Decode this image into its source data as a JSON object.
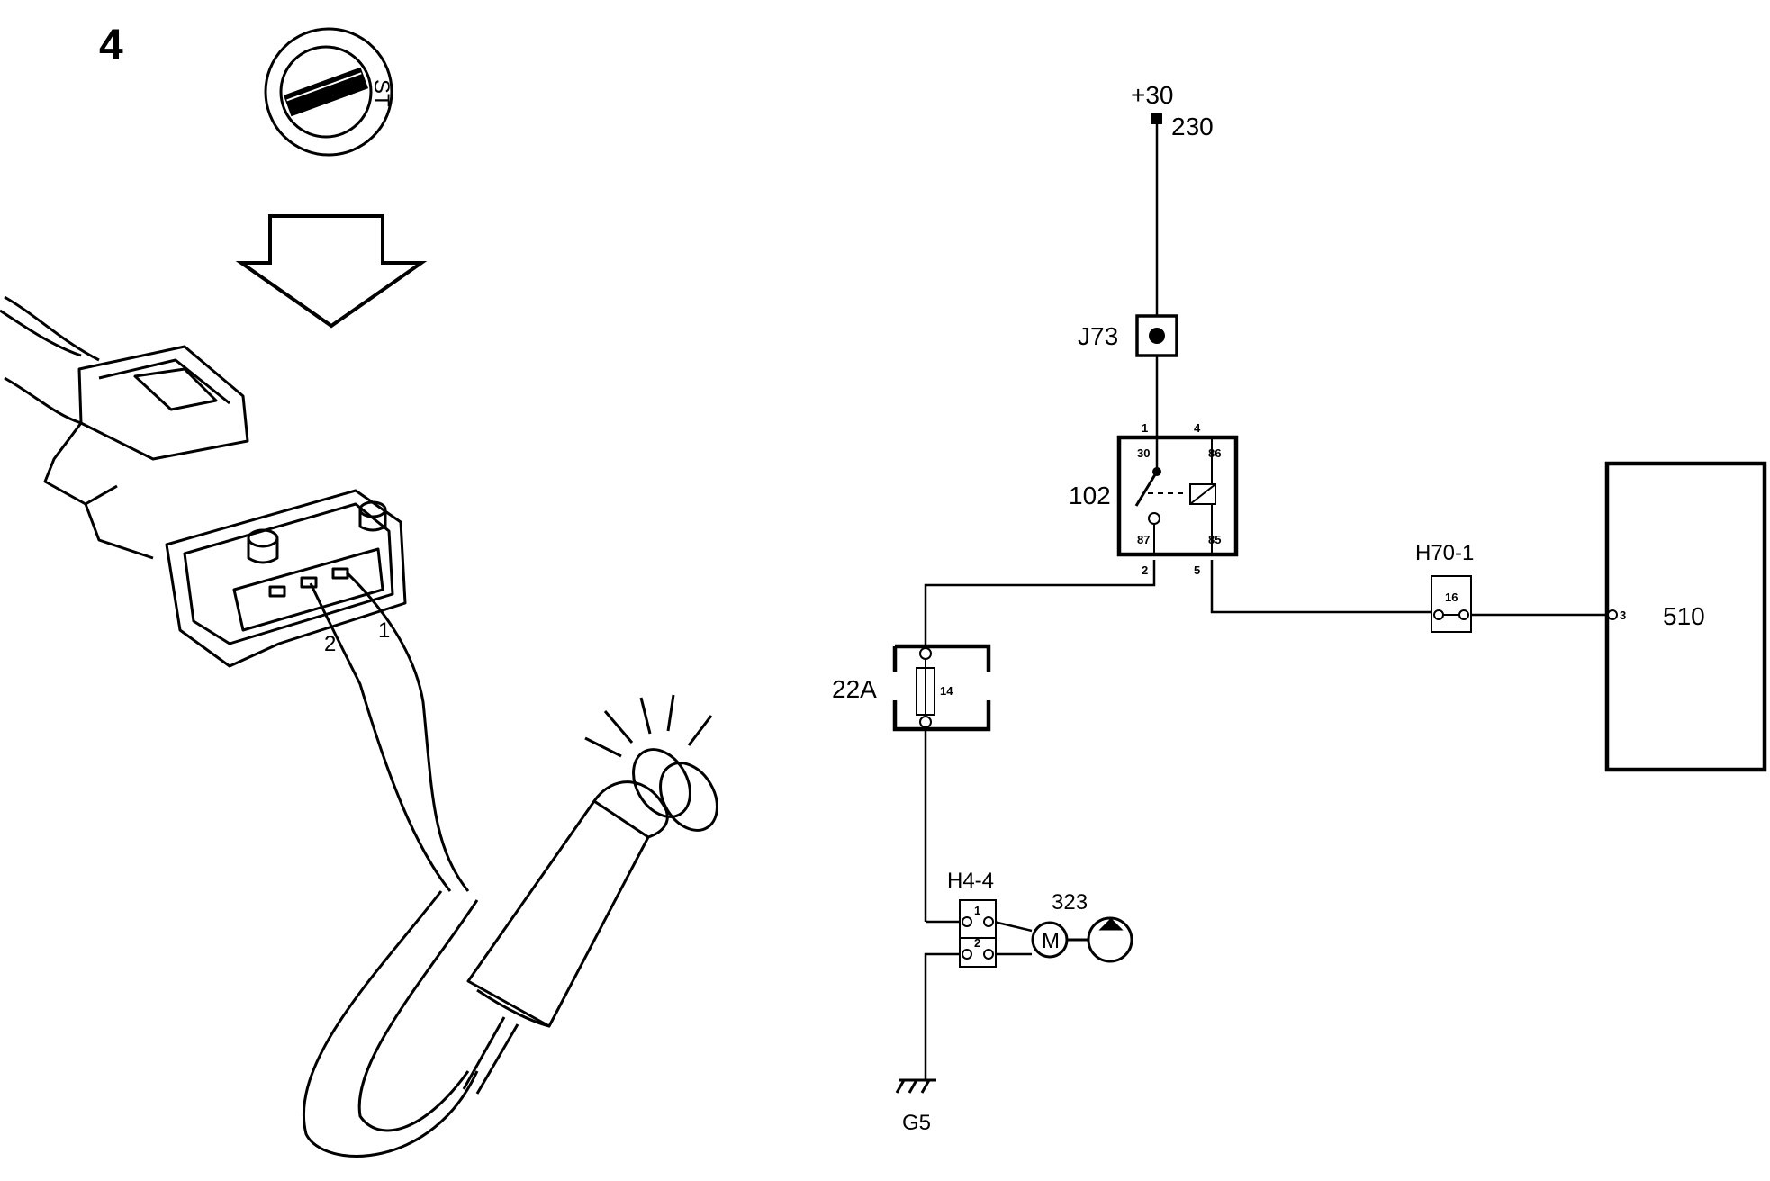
{
  "step_number": "4",
  "ignition": {
    "position_label": "ST"
  },
  "connector": {
    "pin_1": "1",
    "pin_2": "2"
  },
  "circuit": {
    "supply": "+30",
    "supply_wire": "230",
    "junction": "J73",
    "relay": {
      "label": "102",
      "pin_1": "1",
      "pin_4": "4",
      "pin_2": "2",
      "pin_5": "5",
      "t30": "30",
      "t86": "86",
      "t87": "87",
      "t85": "85"
    },
    "fuse": {
      "label": "22A",
      "number": "14"
    },
    "connector_h70": {
      "label": "H70-1",
      "pin": "16"
    },
    "module": {
      "label": "510",
      "pin": "3"
    },
    "connector_h4": {
      "label": "H4-4",
      "pin_1": "1",
      "pin_2": "2"
    },
    "pump": {
      "label": "323",
      "motor": "M"
    },
    "ground": "G5"
  }
}
